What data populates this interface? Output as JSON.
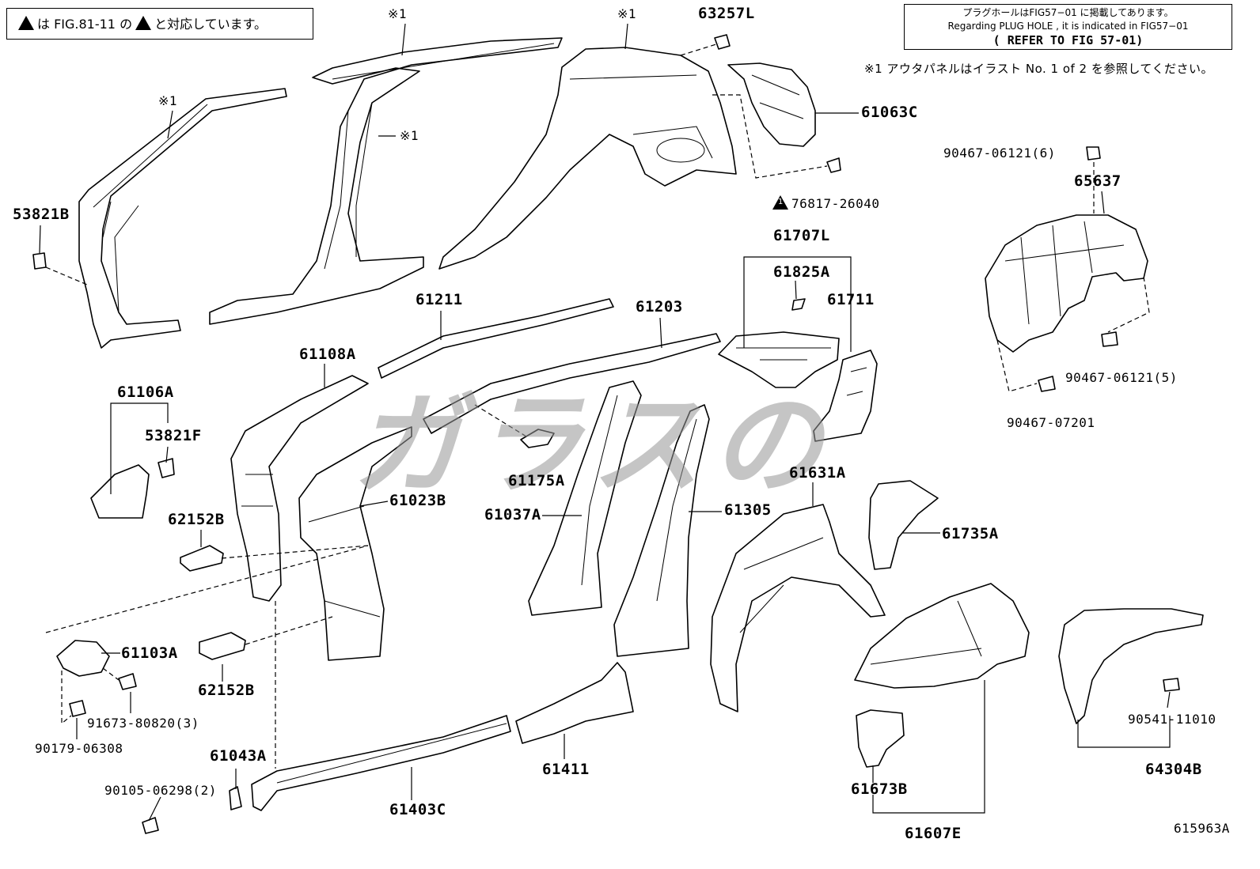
{
  "notes": {
    "top_left_prefix": "は FIG.81-11 の",
    "top_left_suffix": "と対応しています。",
    "plug_jp": "プラグホールはFIG57−01 に掲載してあります。",
    "plug_en": "Regarding PLUG HOLE , it is indicated in FIG57−01",
    "plug_ref": "( REFER TO FIG 57-01)",
    "outer_panel": "※1 アウタパネルはイラスト No. 1 of 2 を参照してください。"
  },
  "labels": {
    "star1_a": "※1",
    "star1_b": "※1",
    "star1_c": "※1",
    "star1_d": "※1",
    "p63257L": "63257L",
    "p61063C": "61063C",
    "p76817": "76817-26040",
    "p90467_06121_6": "90467-06121(6)",
    "p65637": "65637",
    "p53821B": "53821B",
    "p61707L": "61707L",
    "p61825A": "61825A",
    "p61711": "61711",
    "p61211": "61211",
    "p61203": "61203",
    "p61108A": "61108A",
    "p61106A": "61106A",
    "p53821F": "53821F",
    "p90467_06121_5": "90467-06121(5)",
    "p90467_07201": "90467-07201",
    "p61023B": "61023B",
    "p61175A": "61175A",
    "p61037A": "61037A",
    "p61305": "61305",
    "p61631A": "61631A",
    "p61735A": "61735A",
    "p62152B_1": "62152B",
    "p62152B_2": "62152B",
    "p61103A": "61103A",
    "p91673": "91673-80820(3)",
    "p90179": "90179-06308",
    "p61043A": "61043A",
    "p90105": "90105-06298(2)",
    "p61403C": "61403C",
    "p61411": "61411",
    "p90541": "90541-11010",
    "p64304B": "64304B",
    "p61673B": "61673B",
    "p61607E": "61607E",
    "drawing_no": "615963A"
  },
  "watermark": "ガラスの"
}
